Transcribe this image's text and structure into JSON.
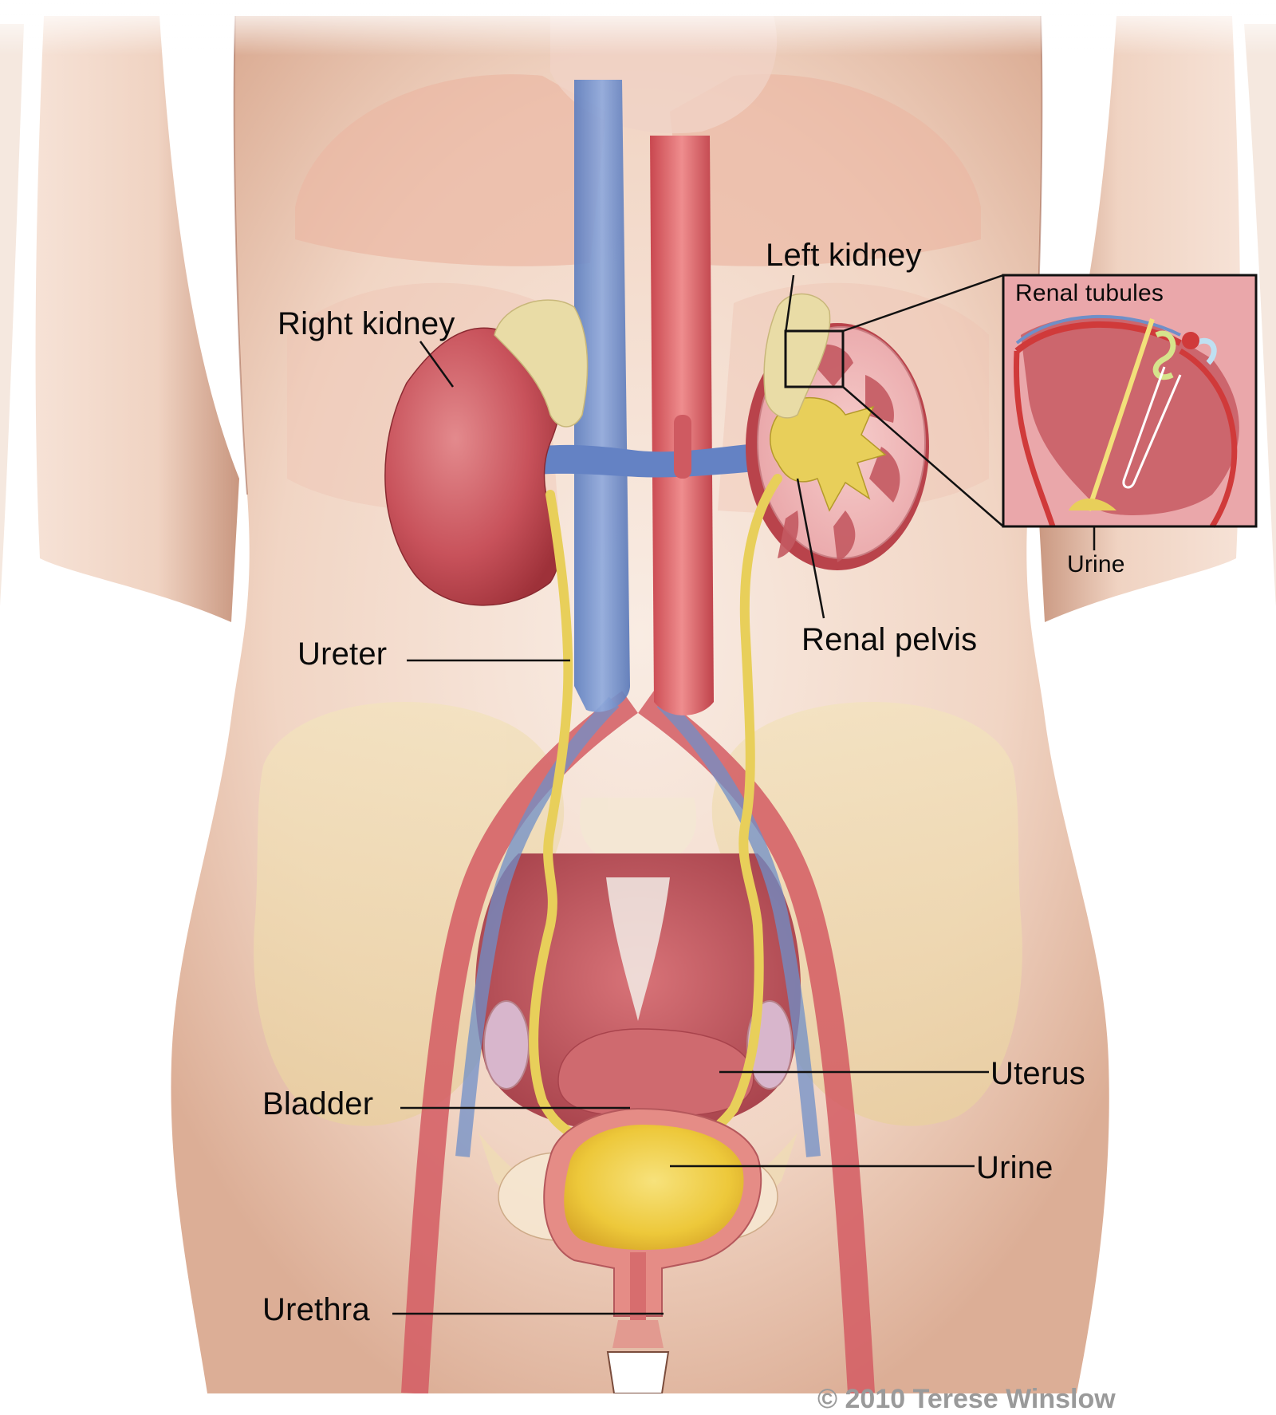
{
  "diagram": {
    "subject": "Female urinary system anatomy",
    "labels": {
      "right_kidney": "Right kidney",
      "left_kidney": "Left kidney",
      "renal_tubules": "Renal tubules",
      "inset_urine": "Urine",
      "renal_pelvis": "Renal pelvis",
      "ureter": "Ureter",
      "uterus": "Uterus",
      "bladder": "Bladder",
      "urine": "Urine",
      "urethra": "Urethra"
    },
    "copyright": "© 2010 Terese Winslow",
    "colors": {
      "background": "#ffffff",
      "skin_light": "#f7e6dc",
      "skin_mid": "#ecc6b2",
      "skin_shadow": "#d9a48c",
      "muscle": "#e9b4a2",
      "kidney": "#c9545c",
      "kidney_dark": "#a8363f",
      "kidney_section": "#efb8b8",
      "adrenal": "#e9dca6",
      "vena_cava": "#6f8fc8",
      "aorta": "#d8646a",
      "ureter": "#e8cf5a",
      "pelvis_bone": "#f0dbb0",
      "bladder_wall": "#e58c86",
      "urine": "#f1d04a",
      "label_text": "#0a0a0a",
      "leader_line": "#111111"
    }
  }
}
